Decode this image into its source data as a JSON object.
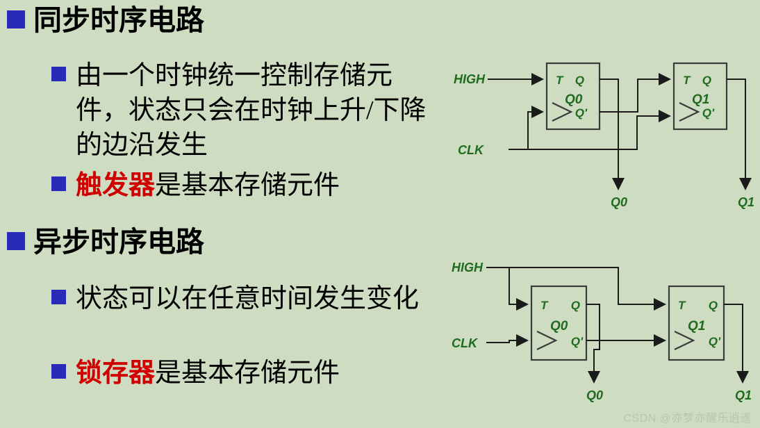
{
  "slide": {
    "background_color": "#cedcc2",
    "bullet_color": "#2a2ab8",
    "highlight_color": "#d00000",
    "text_color": "#000000",
    "diagram_color": "#1f6b1f"
  },
  "sections": [
    {
      "heading": "同步时序电路",
      "items": [
        {
          "plain_prefix": "",
          "highlight": "",
          "plain_suffix": "由一个时钟统一控制存储元件，状态只会在时钟上升/下降的边沿发生"
        },
        {
          "plain_prefix": "",
          "highlight": "触发器",
          "plain_suffix": "是基本存储元件"
        }
      ]
    },
    {
      "heading": "异步时序电路",
      "items": [
        {
          "plain_prefix": "",
          "highlight": "",
          "plain_suffix": "状态可以在任意时间发生变化"
        },
        {
          "plain_prefix": "",
          "highlight": "锁存器",
          "plain_suffix": "是基本存储元件"
        }
      ]
    }
  ],
  "diagrams": [
    {
      "name": "synchronous-counter",
      "inputs": [
        "HIGH",
        "CLK"
      ],
      "flipflops": [
        {
          "label": "Q0",
          "t_pin": "T",
          "q_pin": "Q",
          "qbar_pin": "Q'"
        },
        {
          "label": "Q1",
          "t_pin": "T",
          "q_pin": "Q",
          "qbar_pin": "Q'"
        }
      ],
      "outputs": [
        "Q0",
        "Q1"
      ]
    },
    {
      "name": "asynchronous-counter",
      "inputs": [
        "HIGH",
        "CLK"
      ],
      "flipflops": [
        {
          "label": "Q0",
          "t_pin": "T",
          "q_pin": "Q",
          "qbar_pin": "Q'"
        },
        {
          "label": "Q1",
          "t_pin": "T",
          "q_pin": "Q",
          "qbar_pin": "Q'"
        }
      ],
      "outputs": [
        "Q0",
        "Q1"
      ]
    }
  ],
  "watermark": "CSDN @亦梦亦醒乐逍遥"
}
